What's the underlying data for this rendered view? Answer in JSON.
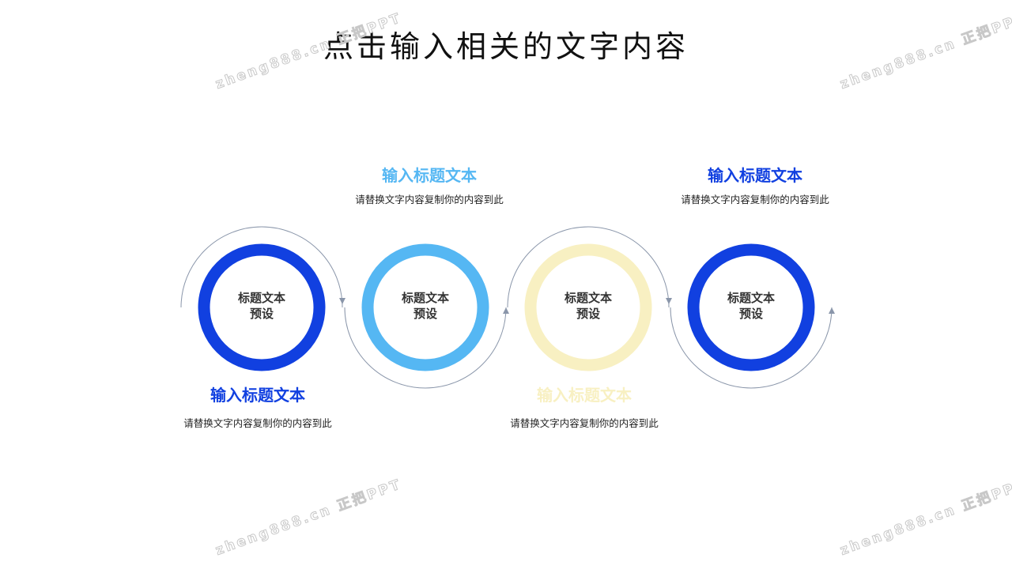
{
  "title": "点击输入相关的文字内容",
  "watermark": "zheng888.cn 正把PPT",
  "steps": [
    {
      "label_line1": "标题文本",
      "label_line2": "预设",
      "heading": "输入标题文本",
      "desc": "请替换文字内容复制你的内容到此",
      "color": "#1140e0",
      "text_pos": "below"
    },
    {
      "label_line1": "标题文本",
      "label_line2": "预设",
      "heading": "输入标题文本",
      "desc": "请替换文字内容复制你的内容到此",
      "color": "#55b7f3",
      "text_pos": "above"
    },
    {
      "label_line1": "标题文本",
      "label_line2": "预设",
      "heading": "输入标题文本",
      "desc": "请替换文字内容复制你的内容到此",
      "color": "#f8f0c2",
      "text_pos": "below"
    },
    {
      "label_line1": "标题文本",
      "label_line2": "预设",
      "heading": "输入标题文本",
      "desc": "请替换文字内容复制你的内容到此",
      "color": "#1140e0",
      "text_pos": "above"
    }
  ],
  "colors": {
    "arc": "#8a96aa"
  }
}
